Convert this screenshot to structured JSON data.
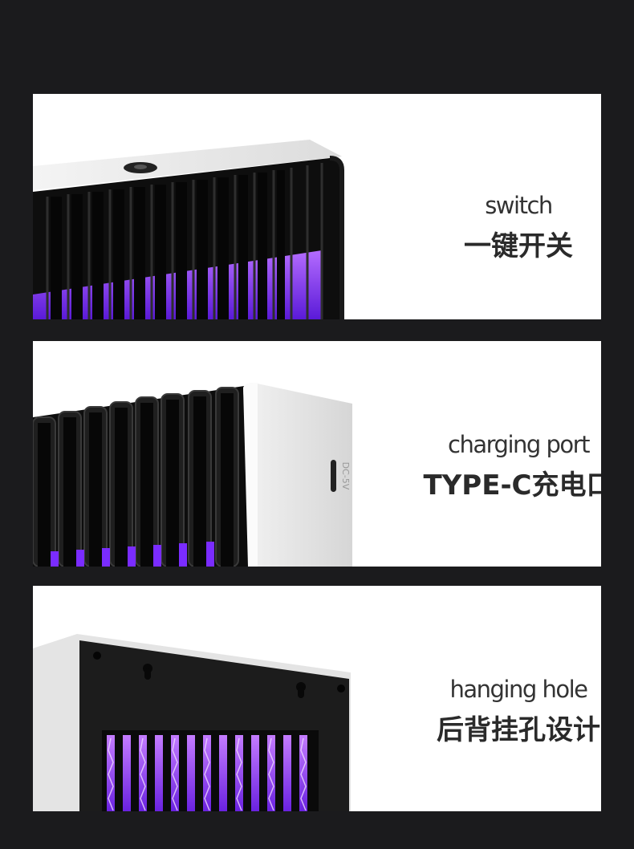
{
  "features": [
    {
      "en": "switch",
      "zh": "一键开关"
    },
    {
      "en": "charging port",
      "zh": "TYPE-C充电口",
      "port_marking": "DC-5V"
    },
    {
      "en": "hanging hole",
      "zh": "后背挂孔设计"
    }
  ],
  "colors": {
    "background": "#1b1b1d",
    "panel": "#ffffff",
    "grille": "#111111",
    "uv_glow": "#7a2cff",
    "housing": "#e9e9e9"
  }
}
